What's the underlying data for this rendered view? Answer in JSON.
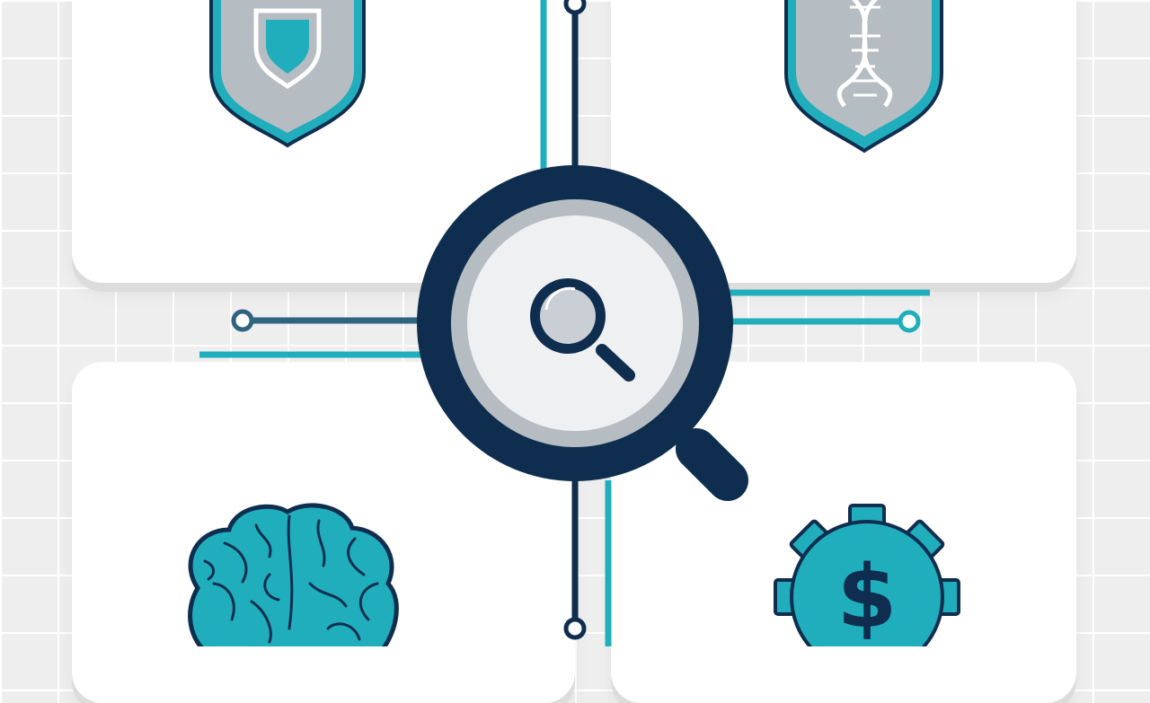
{
  "scene": {
    "description_alt": "",
    "palette": {
      "navy": "#0f2e4f",
      "teal": "#20aebd",
      "gray": "#b5bcc2",
      "light_gray": "#eef0f1",
      "background": "#eeeeee",
      "panel": "#ffffff"
    },
    "icons": [
      {
        "id": "badge",
        "name": "police-badge-icon"
      },
      {
        "id": "dna",
        "name": "dna-badge-icon"
      },
      {
        "id": "brain",
        "name": "brain-icon"
      },
      {
        "id": "gear",
        "name": "gear-dollar-icon"
      },
      {
        "id": "magnifier",
        "name": "magnifying-glass-icon"
      }
    ],
    "currency_symbol": "$"
  }
}
